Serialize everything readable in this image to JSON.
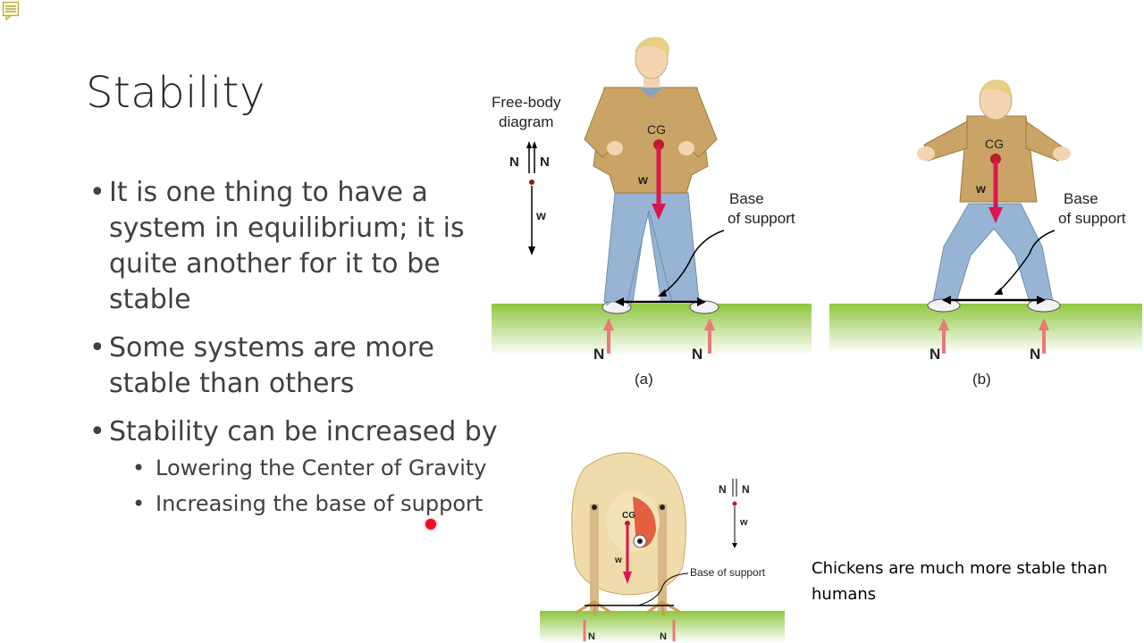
{
  "slide": {
    "title": "Stability",
    "bullets": [
      "It is one thing to have a system in equilibrium; it is quite another for it to be stable",
      "Some systems are more stable than others",
      "Stability can be increased by"
    ],
    "sub_bullets": [
      "Lowering the Center of Gravity",
      "Increasing the base of support"
    ],
    "caption": "Chickens are much more stable than humans"
  },
  "figure_a": {
    "fbd_label": "Free-body diagram",
    "n_label": "N",
    "w_label": "w",
    "cg_label": "CG",
    "base_label": "Base of support",
    "panel_label": "(a)"
  },
  "figure_b": {
    "cg_label": "CG",
    "w_label": "w",
    "base_label": "Base of support",
    "n_label": "N",
    "panel_label": "(b)"
  },
  "figure_c": {
    "n_label": "N",
    "w_label": "w",
    "cg_label": "CG",
    "base_label": "Base of support"
  },
  "colors": {
    "arrow_red": "#d8174f",
    "ground_green": "#8fc640",
    "shirt": "#c9a466",
    "jeans": "#98b4d4",
    "skin": "#f3d4b0",
    "hair": "#e7cf86"
  },
  "icons": [
    "note-icon",
    "pointer-dot"
  ]
}
